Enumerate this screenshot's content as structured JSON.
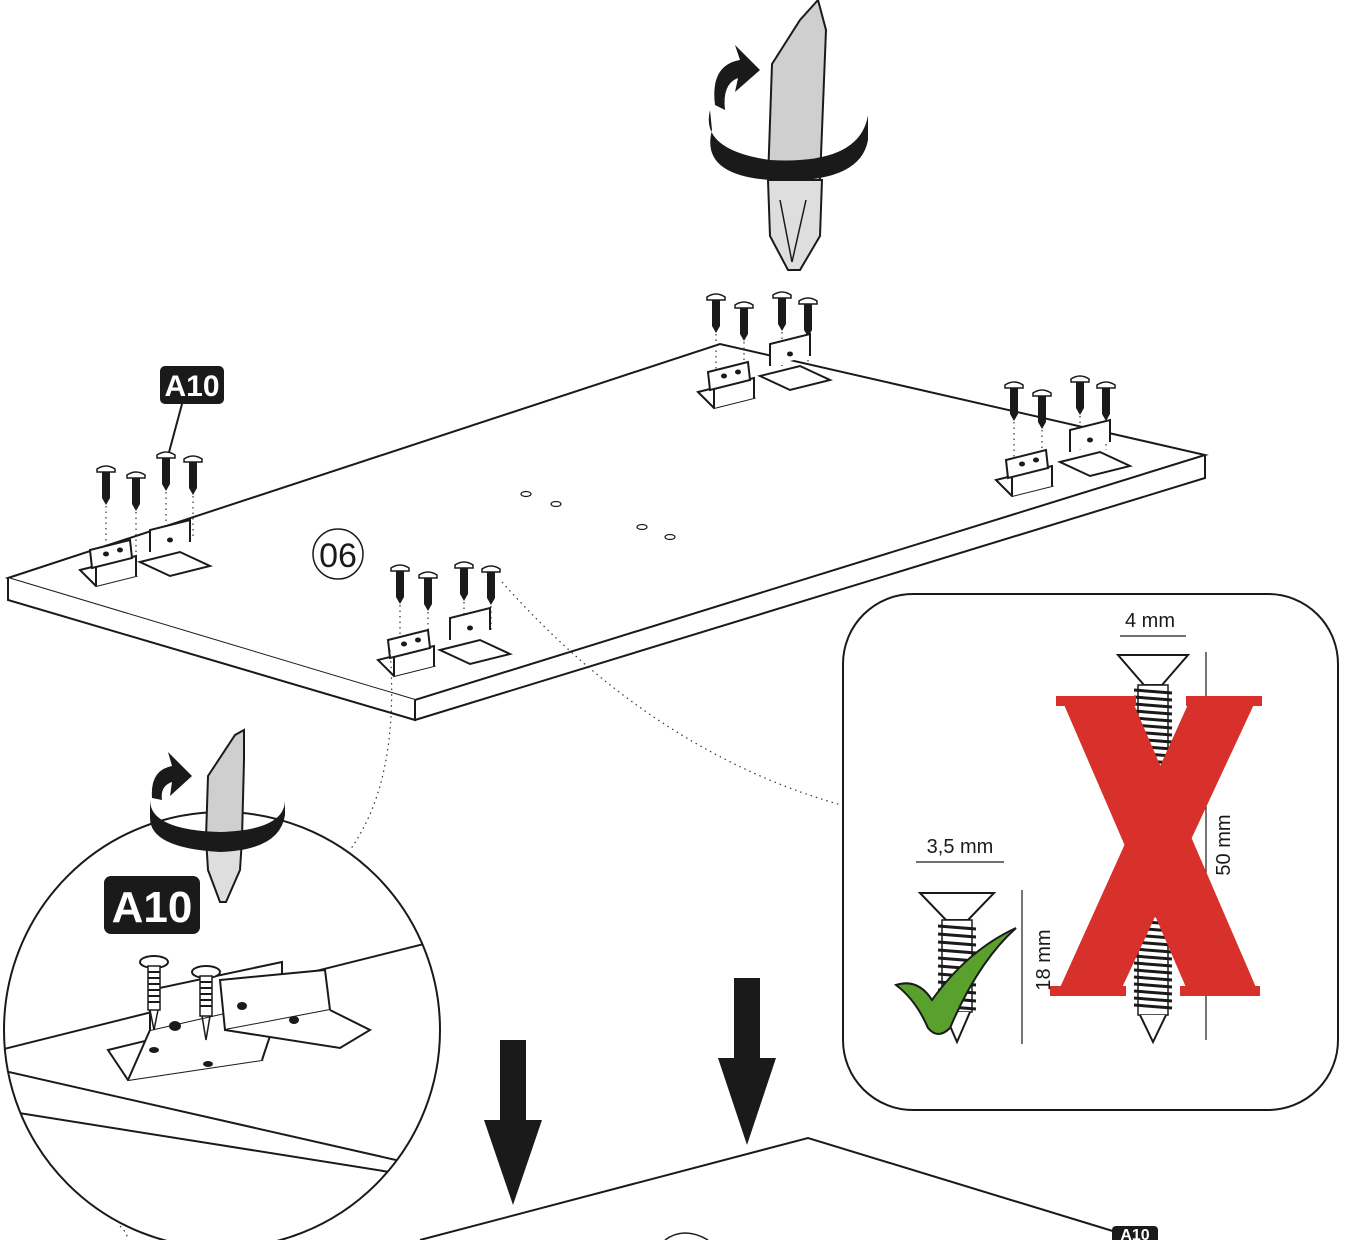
{
  "labels": {
    "screw_part": "A10",
    "panel_number": "06",
    "screw_part_zoom": "A10",
    "screw_part_next": "A10"
  },
  "screw_spec": {
    "wrong": {
      "diameter": "4 mm",
      "length": "50 mm",
      "mark": "X"
    },
    "correct": {
      "diameter": "3,5 mm",
      "length": "18 mm",
      "mark": "check"
    }
  },
  "icons": [
    "screwdriver-icon",
    "rotate-arrow-icon",
    "down-arrow-icon",
    "check-icon",
    "cross-icon"
  ],
  "colors": {
    "line": "#1a1a1a",
    "cross": "#d8302a",
    "check": "#5aa02c",
    "background": "#ffffff"
  }
}
